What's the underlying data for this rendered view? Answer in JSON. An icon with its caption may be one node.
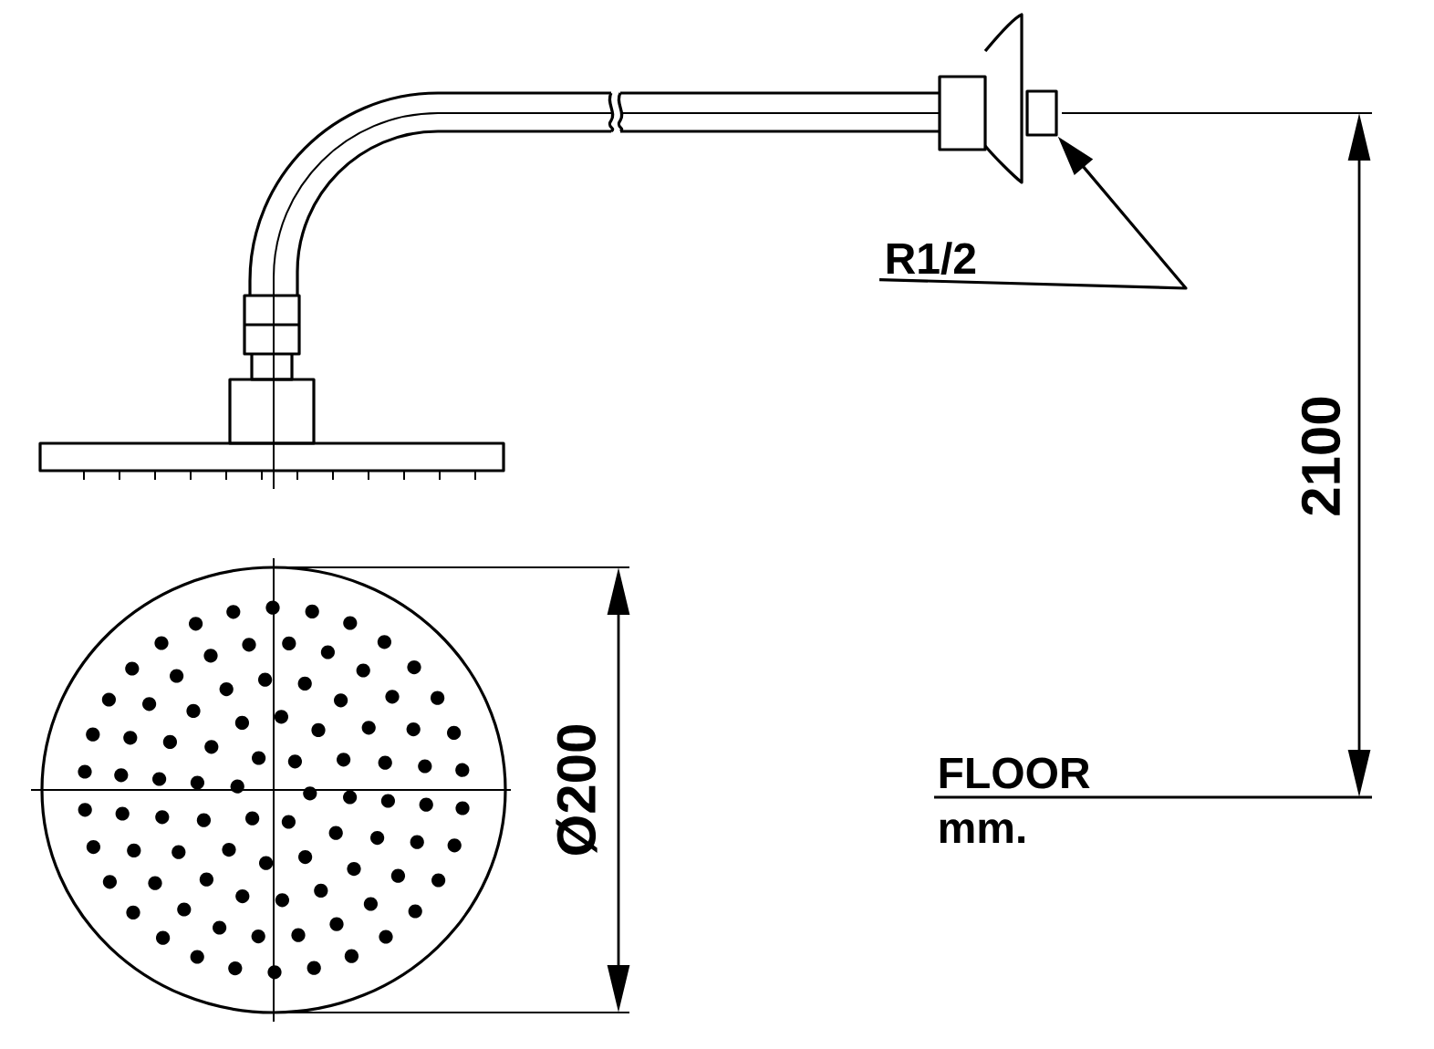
{
  "diagram": {
    "nodes": [
      {
        "text": [
          "R1/2"
        ]
      },
      {
        "text": [],
        "shape": "box"
      }
    ],
    "edges": [
      {
        "from": 0,
        "to": 1,
        "arrow": "to"
      }
    ],
    "labels": [
      "2100",
      "Ø200",
      "FLOOR",
      "mm."
    ]
  }
}
